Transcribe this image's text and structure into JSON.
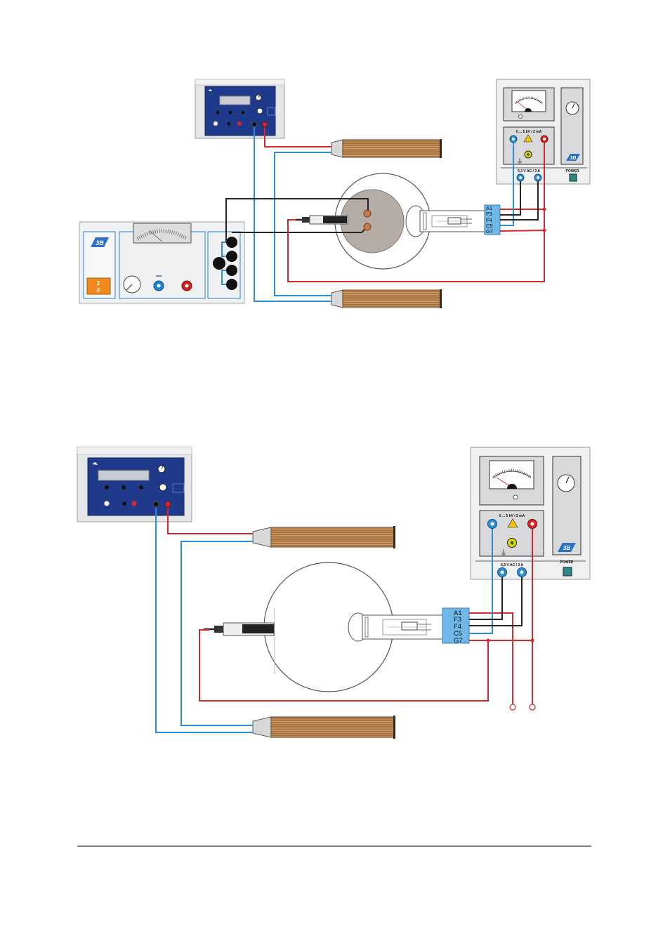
{
  "top": {
    "socket_labels": [
      "A1",
      "F3",
      "F4",
      "C5",
      "G7"
    ],
    "hv_supply": {
      "range_label": "0 ... 5 kV / 2 mA",
      "heater_label": "6,3 V AC / 3 A",
      "power_label": "POWER",
      "logo": "3B"
    },
    "dc_supply": {
      "switch_on": "1",
      "switch_off": "0",
      "logo": "3B"
    }
  },
  "bottom": {
    "socket_labels": [
      "A1",
      "F3",
      "F4",
      "C5",
      "G7"
    ],
    "hv_supply": {
      "range_label": "0 ... 5 kV / 2 mA",
      "heater_label": "6,3 V AC / 3 A",
      "power_label": "POWER",
      "logo": "3B"
    }
  },
  "colors": {
    "wire_red": "#d9262b",
    "wire_blue": "#2b8fd6",
    "wire_black": "#222222",
    "panel_blue": "#1f3a8a",
    "socket_blue": "#6fb8e8",
    "switch_orange": "#f08a1c",
    "coil_copper": "#a36b38"
  }
}
